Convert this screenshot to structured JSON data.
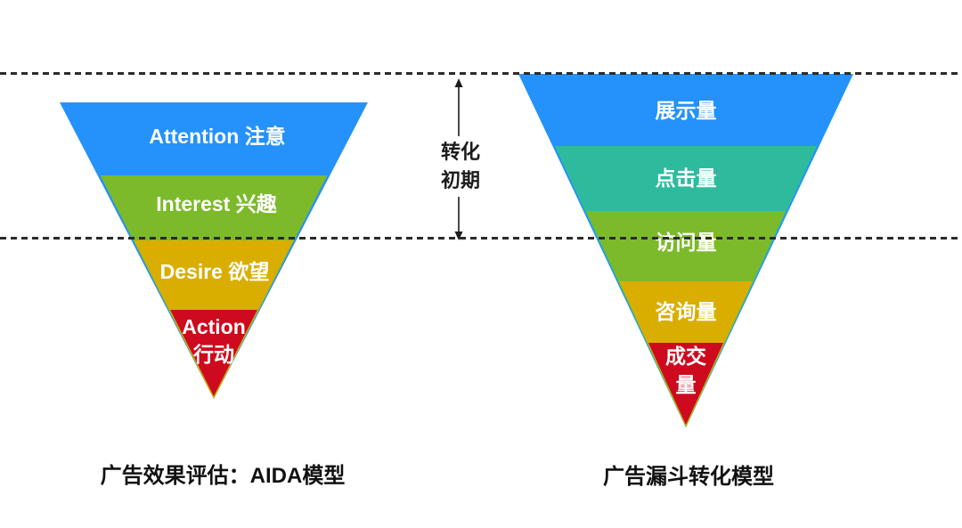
{
  "colors": {
    "blue": "#2492FA",
    "teal": "#2EBB9D",
    "green": "#7CBA2B",
    "gold": "#D9AE00",
    "red": "#CE0A1E",
    "layer_text": "#FFFFFF",
    "annotation_text": "#1C1C1C",
    "dashed_line": "#2B2B2B"
  },
  "annotation": {
    "line1": "转化",
    "line2": "初期"
  },
  "left_funnel": {
    "caption": "广告效果评估：AIDA模型",
    "layers": [
      {
        "label": "Attention 注意",
        "color": "#2492FA"
      },
      {
        "label": "Interest 兴趣",
        "color": "#7CBA2B"
      },
      {
        "label": "Desire 欲望",
        "color": "#D9AE00"
      },
      {
        "label": "Action",
        "label_line2": "行动",
        "color": "#CE0A1E"
      }
    ]
  },
  "right_funnel": {
    "caption": "广告漏斗转化模型",
    "layers": [
      {
        "label": "展示量",
        "color": "#2492FA"
      },
      {
        "label": "点击量",
        "color": "#2EBB9D"
      },
      {
        "label": "访问量",
        "color": "#7CBA2B"
      },
      {
        "label": "咨询量",
        "color": "#D9AE00"
      },
      {
        "label": "成交",
        "label_line2": "量",
        "color": "#CE0A1E"
      }
    ]
  }
}
